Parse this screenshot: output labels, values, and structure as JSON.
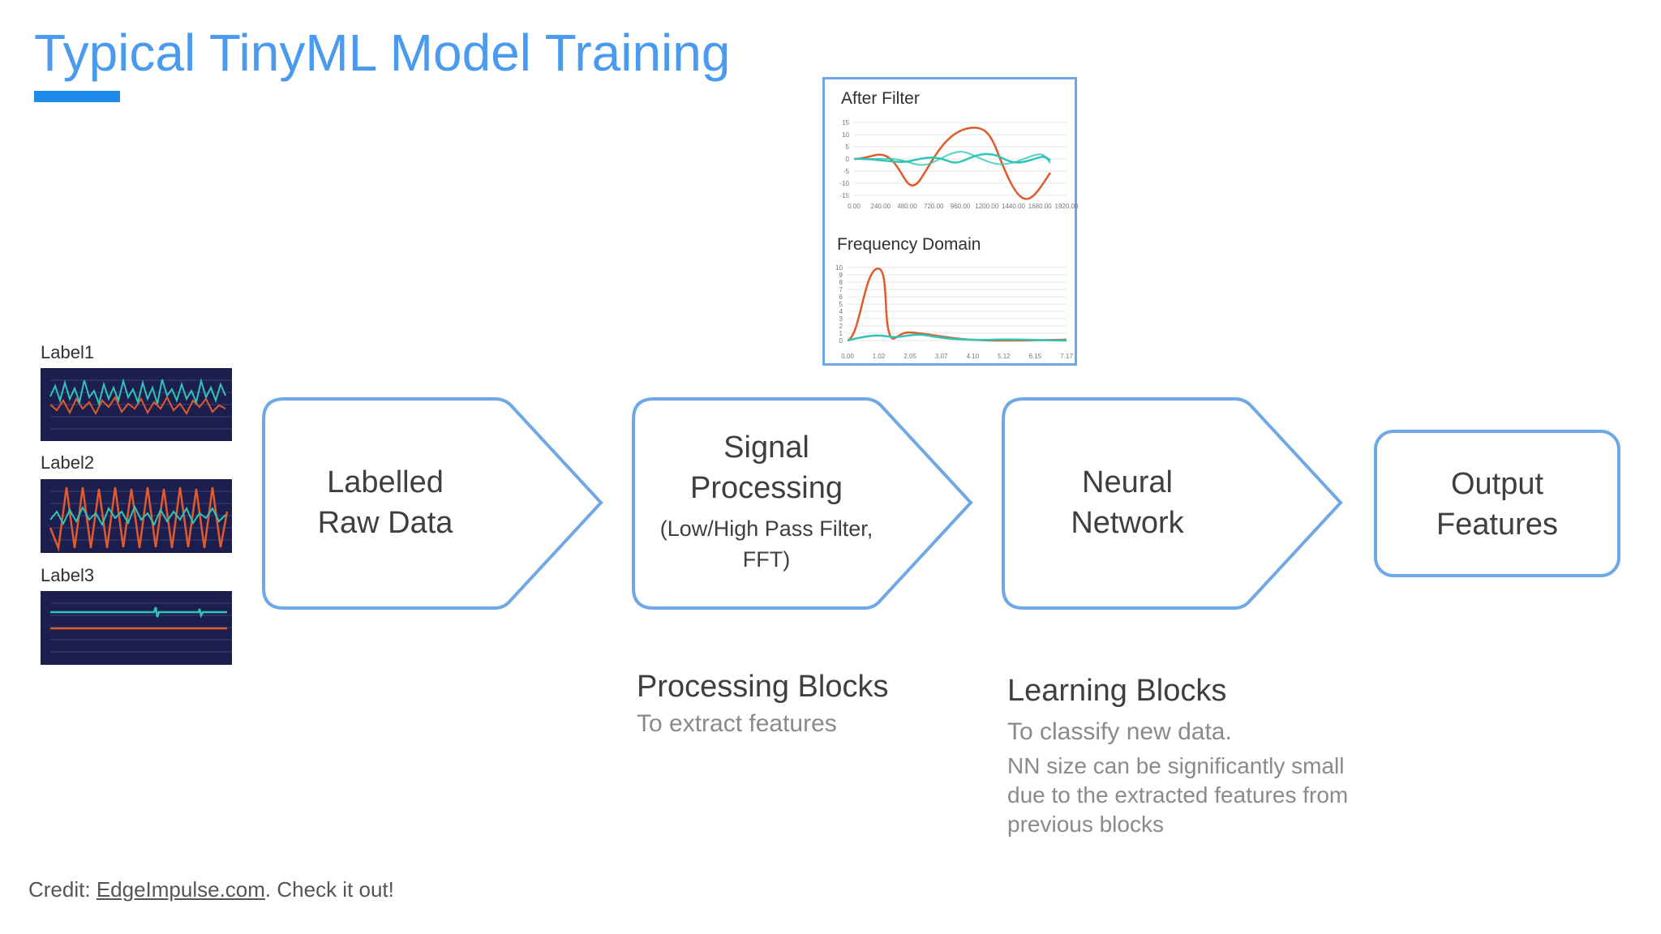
{
  "slide": {
    "title": "Typical TinyML Model Training",
    "accent_color": "#1e8be8",
    "title_color": "#4a9af0"
  },
  "samples": [
    {
      "label": "Label1"
    },
    {
      "label": "Label2"
    },
    {
      "label": "Label3"
    }
  ],
  "pipeline": {
    "raw_data": {
      "line1": "Labelled",
      "line2": "Raw Data"
    },
    "signal_processing": {
      "line1": "Signal",
      "line2": "Processing",
      "sub1": "(Low/High Pass Filter,",
      "sub2": "FFT)"
    },
    "neural_network": {
      "line1": "Neural",
      "line2": "Network"
    },
    "output": {
      "line1": "Output",
      "line2": "Features"
    },
    "stroke_color": "#6fa8e6"
  },
  "sections": {
    "processing": {
      "heading": "Processing Blocks",
      "sub": "To extract features"
    },
    "learning": {
      "heading": "Learning Blocks",
      "sub": "To classify new data.",
      "note_lines": [
        "NN size can be significantly small",
        "due to the extracted features from",
        "previous blocks"
      ]
    }
  },
  "filter_panel": {
    "after_filter": {
      "title": "After Filter",
      "y_ticks": [
        "15",
        "10",
        "5",
        "0",
        "-5",
        "-10",
        "-15"
      ],
      "x_ticks": [
        "0.00",
        "240.00",
        "480.00",
        "720.00",
        "960.00",
        "1200.00",
        "1440.00",
        "1680.00",
        "1920.00"
      ]
    },
    "frequency_domain": {
      "title": "Frequency Domain",
      "y_ticks": [
        "10",
        "9",
        "8",
        "7",
        "6",
        "5",
        "4",
        "3",
        "2",
        "1",
        "0"
      ],
      "x_ticks": [
        "0.00",
        "1.02",
        "2.05",
        "3.07",
        "4.10",
        "5.12",
        "6.15",
        "7.17"
      ]
    },
    "series_colors": [
      "#e05a2b",
      "#2ec4b6"
    ]
  },
  "credit": {
    "prefix": "Credit: ",
    "link_text": "EdgeImpulse.com",
    "suffix": ". Check it out!"
  }
}
